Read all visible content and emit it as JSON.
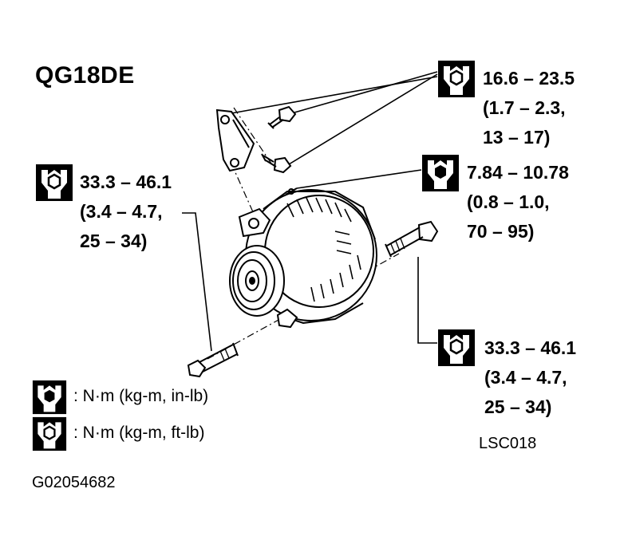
{
  "title": "QG18DE",
  "callouts": {
    "top_right": {
      "icon": "wrench-icon",
      "lines": [
        "16.6 – 23.5",
        "(1.7 – 2.3,",
        "13 – 17)"
      ]
    },
    "mid_right": {
      "icon": "wrench-solid-icon",
      "lines": [
        "7.84 – 10.78",
        "(0.8 – 1.0,",
        "70 – 95)"
      ]
    },
    "left": {
      "icon": "wrench-icon",
      "lines": [
        "33.3 – 46.1",
        "(3.4 – 4.7,",
        "25 – 34)"
      ]
    },
    "bottom_right": {
      "icon": "wrench-icon",
      "lines": [
        "33.3 – 46.1",
        "(3.4 – 4.7,",
        "25 – 34)"
      ]
    }
  },
  "legend": [
    {
      "icon": "wrench-solid-icon",
      "text": ": N·m (kg-m, in-lb)"
    },
    {
      "icon": "wrench-icon",
      "text": ": N·m (kg-m, ft-lb)"
    }
  ],
  "diagram_code": "LSC018",
  "figure_id": "G02054682"
}
